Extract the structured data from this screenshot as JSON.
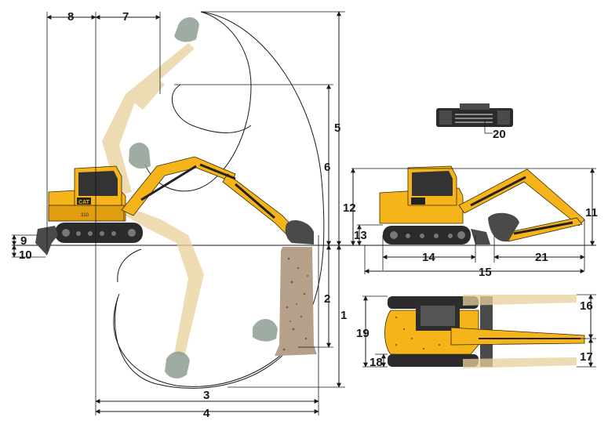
{
  "diagram": {
    "brand": "CAT",
    "model": "310",
    "dimension_labels": [
      "1",
      "2",
      "3",
      "4",
      "5",
      "6",
      "7",
      "8",
      "9",
      "10",
      "11",
      "12",
      "13",
      "14",
      "15",
      "16",
      "17",
      "18",
      "19",
      "20",
      "21"
    ]
  },
  "colors": {
    "machine_yellow": "#f4b41a",
    "ghost_yellow": "#e8d09a",
    "undercarriage": "#2b2b2b",
    "soil": "#b5a08a",
    "bucket_ghost": "#8e9e93"
  }
}
